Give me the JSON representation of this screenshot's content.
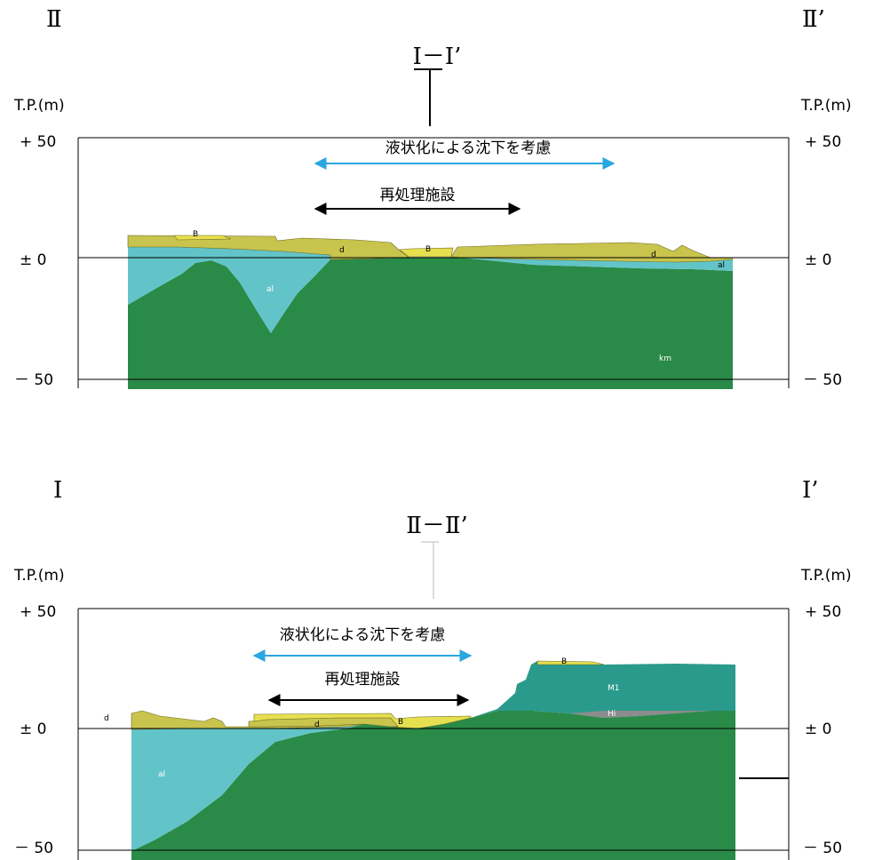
{
  "sections": [
    {
      "id": "section-top",
      "left_label": "Ⅱ",
      "right_label": "Ⅱ’",
      "cross_label": "Ⅰ－Ⅰ’",
      "axis": {
        "tp_left": "T.P.(m)",
        "tp_right": "T.P.(m)",
        "plus50_left": "+ 50",
        "plus50_right": "+ 50",
        "zero_left": "± 0",
        "zero_right": "± 0",
        "minus50_left": "－ 50",
        "minus50_right": "－ 50"
      },
      "annotations": {
        "liquefaction": "液状化による沈下を考慮",
        "facility": "再処理施設"
      },
      "layer_labels": {
        "B1": "B",
        "d1": "d",
        "B2": "B",
        "d2": "d",
        "al_right": "al",
        "al_valley": "al",
        "km": "km"
      }
    },
    {
      "id": "section-bottom",
      "left_label": "Ⅰ",
      "right_label": "Ⅰ’",
      "cross_label": "Ⅱ－Ⅱ’",
      "axis": {
        "tp_left": "T.P.(m)",
        "tp_right": "T.P.(m)",
        "plus50_left": "+ 50",
        "plus50_right": "+ 50",
        "zero_left": "± 0",
        "zero_right": "± 0",
        "minus50_left": "－ 50",
        "minus50_right": "－ 50"
      },
      "annotations": {
        "liquefaction": "液状化による沈下を考慮",
        "facility": "再処理施設"
      },
      "layer_labels": {
        "d_left": "d",
        "d_mid": "d",
        "B_mid": "B",
        "B_top": "B",
        "M1": "M1",
        "Hi": "Hi",
        "al": "al"
      }
    }
  ],
  "colors": {
    "km_green": "#2a8a48",
    "al_cyan": "#62c4c8",
    "fill_yellow": "#c8c44e",
    "B_yellow": "#e6e050",
    "M1_teal": "#2a9a8c",
    "Hi_gray": "#8c8c8c",
    "arrow_blue": "#2aa6e0",
    "arrow_black": "#000000"
  }
}
